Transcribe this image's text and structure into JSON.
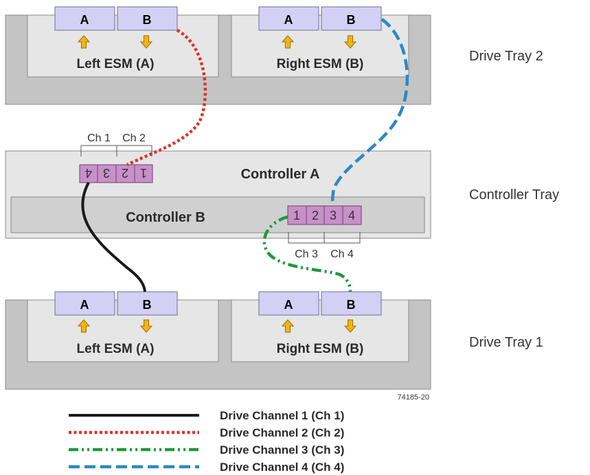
{
  "tray_labels": {
    "top": "Drive Tray 2",
    "middle": "Controller Tray",
    "bottom": "Drive Tray 1"
  },
  "drive_tray_2": {
    "left_esm": {
      "label": "Left ESM (A)",
      "port_a": "A",
      "port_b": "B"
    },
    "right_esm": {
      "label": "Right ESM (B)",
      "port_a": "A",
      "port_b": "B"
    }
  },
  "drive_tray_1": {
    "left_esm": {
      "label": "Left ESM (A)",
      "port_a": "A",
      "port_b": "B"
    },
    "right_esm": {
      "label": "Right ESM (B)",
      "port_a": "A",
      "port_b": "B"
    }
  },
  "controller_tray": {
    "controller_a": {
      "label": "Controller A",
      "ports": [
        "4",
        "3",
        "2",
        "1"
      ],
      "channel_labels": [
        "Ch 1",
        "Ch 2"
      ]
    },
    "controller_b": {
      "label": "Controller B",
      "ports": [
        "1",
        "2",
        "3",
        "4"
      ],
      "channel_labels": [
        "Ch 3",
        "Ch 4"
      ]
    }
  },
  "figure_id": "74185-20",
  "legend": [
    {
      "label": "Drive Channel 1 (Ch 1)",
      "color": "#1a1a1a",
      "style": "solid"
    },
    {
      "label": "Drive Channel 2 (Ch 2)",
      "color": "#d9342b",
      "style": "dotted"
    },
    {
      "label": "Drive Channel 3 (Ch 3)",
      "color": "#1e9a3c",
      "style": "dash-dot-dot"
    },
    {
      "label": "Drive Channel 4 (Ch 4)",
      "color": "#2a88c8",
      "style": "dashed"
    }
  ],
  "colors": {
    "tray": "#c4c4c4",
    "esm_panel": "#e6e6e6",
    "port_box": "#d4d0f4",
    "controller_port": "#c890c8",
    "arrow": "#f2b411"
  }
}
